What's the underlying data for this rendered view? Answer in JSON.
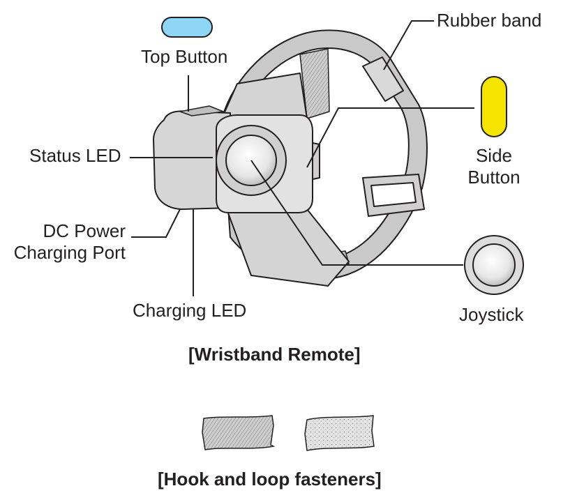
{
  "colors": {
    "top_button": "#8fd5f5",
    "side_button": "#f5e400",
    "device_fill": "#d6d6d6",
    "outline": "#231f20"
  },
  "labels": {
    "top_button": "Top Button",
    "rubber_band": "Rubber band",
    "status_led": "Status LED",
    "side_button_line1": "Side",
    "side_button_line2": "Button",
    "dc_power_line1": "DC Power",
    "dc_power_line2": "Charging Port",
    "charging_led": "Charging LED",
    "joystick": "Joystick"
  },
  "captions": {
    "wristband": "[Wristband Remote]",
    "fasteners": "[Hook and loop fasteners]"
  },
  "icons": [
    "top-button-icon",
    "side-button-icon",
    "joystick-icon",
    "hook-fastener-icon",
    "loop-fastener-icon"
  ]
}
